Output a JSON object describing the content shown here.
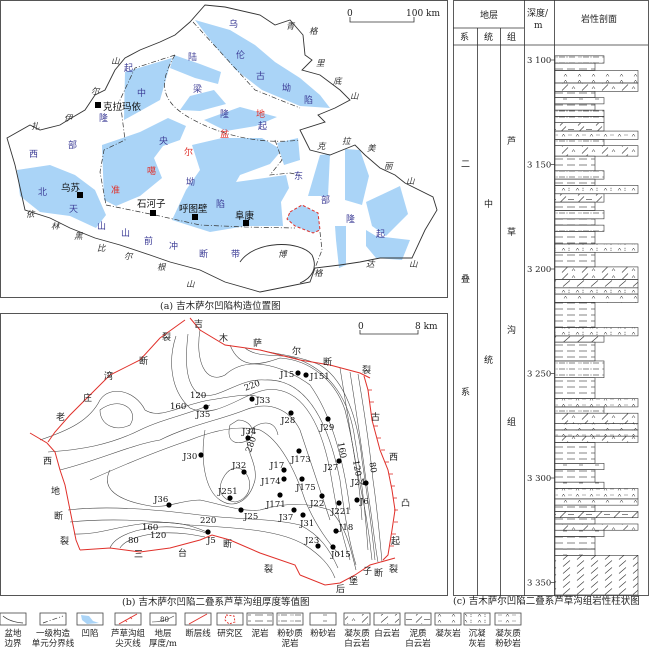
{
  "panel_a": {
    "caption": "(a) 吉木萨尔凹陷构造位置图",
    "scale": {
      "zero": "0",
      "end": "100 km"
    },
    "units": {
      "wulungu": [
        "乌",
        "伦",
        "古",
        "坳",
        "陷"
      ],
      "luliang": [
        "陆",
        "梁",
        "隆",
        "起"
      ],
      "central": [
        "中",
        "央",
        "坳",
        "陷"
      ],
      "west": [
        "起",
        "隆",
        "部",
        "西"
      ],
      "beitianshan": [
        "北",
        "天",
        "山",
        "山",
        "前",
        "冲",
        "断",
        "带"
      ],
      "east": [
        "东",
        "部",
        "隆",
        "起"
      ],
      "basin": [
        "准",
        "噶",
        "尔",
        "盆",
        "地"
      ]
    },
    "mountains": {
      "zhayier": [
        "扎",
        "伊",
        "尔",
        "山"
      ],
      "qinggelidi": [
        "青",
        "格",
        "里",
        "底",
        "山"
      ],
      "kelameili": [
        "克",
        "拉",
        "美",
        "丽",
        "山"
      ],
      "yilinheibiergen": [
        "依",
        "林",
        "黑",
        "比",
        "尔",
        "根",
        "山"
      ],
      "bogeda": [
        "博",
        "格",
        "达",
        "山"
      ]
    },
    "cities": [
      "克拉玛依",
      "乌苏",
      "石河子",
      "呼图壁",
      "阜康"
    ]
  },
  "panel_b": {
    "caption": "(b) 吉木萨尔凹陷二叠系芦草沟组厚度等值图",
    "scale": {
      "zero": "0",
      "end": "8 km"
    },
    "faults": {
      "jimusaer": [
        "吉",
        "木",
        "萨",
        "尔",
        "断",
        "裂"
      ],
      "laozhuangwan": [
        "裂",
        "断",
        "湾",
        "庄",
        "老"
      ],
      "xidi": [
        "西",
        "地",
        "断",
        "裂"
      ],
      "santai": [
        "三",
        "台",
        "断",
        "裂"
      ],
      "guxi": [
        "古",
        "西",
        "凸",
        "起"
      ],
      "houbaozi": [
        "后",
        "堡",
        "子",
        "断",
        "裂"
      ]
    },
    "contour_labels": [
      "120",
      "160",
      "220",
      "280",
      "160",
      "120",
      "80",
      "220",
      "160",
      "120",
      "80"
    ],
    "wells": [
      "J15",
      "J151",
      "J33",
      "J35",
      "J28",
      "J29",
      "J34",
      "J30",
      "J173",
      "J17",
      "J27",
      "J32",
      "J174",
      "J175",
      "J24",
      "J251",
      "J171",
      "J22",
      "J221",
      "J6",
      "J36",
      "J25",
      "J37",
      "J31",
      "J18",
      "J5",
      "J23",
      "J015"
    ]
  },
  "panel_c": {
    "caption": "(c) 吉木萨尔凹陷二叠系芦草沟组岩性柱状图",
    "headers": {
      "strata": "地层",
      "system": "系",
      "series": "统",
      "formation": "组",
      "depth": "深度/",
      "depth_unit": "m",
      "profile": "岩性剖面"
    },
    "system": [
      "二",
      "叠",
      "系"
    ],
    "series": [
      "中",
      "统"
    ],
    "formation": [
      "芦",
      "草",
      "沟",
      "组"
    ],
    "depth_ticks": [
      "3 100",
      "3 150",
      "3 200",
      "3 250",
      "3 300",
      "3 350"
    ],
    "column": {
      "depth_range_m": [
        3093,
        3356
      ],
      "tick_values_m": [
        3100,
        3150,
        3200,
        3250,
        3300,
        3350
      ],
      "layers": [
        {
          "top": 3098,
          "bottom": 3101.5,
          "type": "silty_mudstone",
          "grain": 2
        },
        {
          "top": 3101.5,
          "bottom": 3105,
          "type": "mudstone",
          "grain": 1
        },
        {
          "top": 3105,
          "bottom": 3111,
          "type": "tuff",
          "grain": 3
        },
        {
          "top": 3111,
          "bottom": 3115,
          "type": "tuffaceous_dolomite",
          "grain": 3
        },
        {
          "top": 3115,
          "bottom": 3118,
          "type": "mudstone",
          "grain": 1
        },
        {
          "top": 3118,
          "bottom": 3121,
          "type": "siltstone",
          "grain": 2
        },
        {
          "top": 3121,
          "bottom": 3124,
          "type": "mudstone",
          "grain": 1
        },
        {
          "top": 3124,
          "bottom": 3127,
          "type": "silty_mudstone",
          "grain": 2
        },
        {
          "top": 3127,
          "bottom": 3130,
          "type": "silty_mudstone",
          "grain": 2
        },
        {
          "top": 3130,
          "bottom": 3134,
          "type": "argillaceous_dolomite",
          "grain": 2
        },
        {
          "top": 3134,
          "bottom": 3138,
          "type": "tuffaceous_siltstone",
          "grain": 3
        },
        {
          "top": 3138,
          "bottom": 3141,
          "type": "silty_mudstone",
          "grain": 2
        },
        {
          "top": 3141,
          "bottom": 3146,
          "type": "tuffaceous_dolomite",
          "grain": 3
        },
        {
          "top": 3146,
          "bottom": 3153,
          "type": "mudstone",
          "grain": 1
        },
        {
          "top": 3153,
          "bottom": 3157,
          "type": "silty_mudstone",
          "grain": 2
        },
        {
          "top": 3157,
          "bottom": 3160,
          "type": "mudstone",
          "grain": 1
        },
        {
          "top": 3160,
          "bottom": 3164,
          "type": "sedimentary_tuff",
          "grain": 3
        },
        {
          "top": 3164,
          "bottom": 3168,
          "type": "argillaceous_dolomite",
          "grain": 2
        },
        {
          "top": 3168,
          "bottom": 3172,
          "type": "mudstone",
          "grain": 1
        },
        {
          "top": 3172,
          "bottom": 3176,
          "type": "silty_mudstone",
          "grain": 2
        },
        {
          "top": 3176,
          "bottom": 3179,
          "type": "mudstone",
          "grain": 1
        },
        {
          "top": 3179,
          "bottom": 3182,
          "type": "silty_mudstone",
          "grain": 2
        },
        {
          "top": 3182,
          "bottom": 3188,
          "type": "mudstone",
          "grain": 1
        },
        {
          "top": 3188,
          "bottom": 3192,
          "type": "sedimentary_tuff",
          "grain": 3
        },
        {
          "top": 3192,
          "bottom": 3199,
          "type": "mudstone",
          "grain": 1
        },
        {
          "top": 3199,
          "bottom": 3205,
          "type": "tuffaceous_dolomite",
          "grain": 3
        },
        {
          "top": 3205,
          "bottom": 3209,
          "type": "dolomite",
          "grain": 3
        },
        {
          "top": 3209,
          "bottom": 3212,
          "type": "sedimentary_tuff",
          "grain": 3
        },
        {
          "top": 3212,
          "bottom": 3216,
          "type": "tuff",
          "grain": 3
        },
        {
          "top": 3216,
          "bottom": 3228,
          "type": "mudstone",
          "grain": 1
        },
        {
          "top": 3228,
          "bottom": 3232,
          "type": "sedimentary_tuff",
          "grain": 3
        },
        {
          "top": 3232,
          "bottom": 3235,
          "type": "dolomite",
          "grain": 2
        },
        {
          "top": 3235,
          "bottom": 3244,
          "type": "mudstone",
          "grain": 1
        },
        {
          "top": 3244,
          "bottom": 3252,
          "type": "silty_mudstone",
          "grain": 2
        },
        {
          "top": 3252,
          "bottom": 3262,
          "type": "mudstone",
          "grain": 1
        },
        {
          "top": 3262,
          "bottom": 3266,
          "type": "tuffaceous_siltstone",
          "grain": 3
        },
        {
          "top": 3266,
          "bottom": 3269,
          "type": "silty_mudstone",
          "grain": 2
        },
        {
          "top": 3269,
          "bottom": 3274,
          "type": "tuffaceous_dolomite",
          "grain": 3
        },
        {
          "top": 3274,
          "bottom": 3277,
          "type": "tuff",
          "grain": 3
        },
        {
          "top": 3277,
          "bottom": 3280,
          "type": "tuffaceous_siltstone",
          "grain": 3
        },
        {
          "top": 3280,
          "bottom": 3283,
          "type": "tuffaceous_dolomite",
          "grain": 3
        },
        {
          "top": 3283,
          "bottom": 3293,
          "type": "mudstone",
          "grain": 1
        },
        {
          "top": 3293,
          "bottom": 3296,
          "type": "siltstone",
          "grain": 2
        },
        {
          "top": 3296,
          "bottom": 3302,
          "type": "mudstone",
          "grain": 1
        },
        {
          "top": 3302,
          "bottom": 3305,
          "type": "siltstone",
          "grain": 2
        },
        {
          "top": 3305,
          "bottom": 3310,
          "type": "tuffaceous_siltstone",
          "grain": 3
        },
        {
          "top": 3310,
          "bottom": 3313,
          "type": "tuff",
          "grain": 3
        },
        {
          "top": 3313,
          "bottom": 3316,
          "type": "mudstone",
          "grain": 1
        },
        {
          "top": 3316,
          "bottom": 3319,
          "type": "argillaceous_dolomite",
          "grain": 3
        },
        {
          "top": 3319,
          "bottom": 3322,
          "type": "mudstone",
          "grain": 1
        },
        {
          "top": 3322,
          "bottom": 3325,
          "type": "tuffaceous_dolomite",
          "grain": 3
        },
        {
          "top": 3325,
          "bottom": 3328,
          "type": "siltstone",
          "grain": 2
        },
        {
          "top": 3328,
          "bottom": 3334,
          "type": "mudstone",
          "grain": 1
        },
        {
          "top": 3334,
          "bottom": 3337,
          "type": "siltstone",
          "grain": 1
        },
        {
          "top": 3337,
          "bottom": 3356,
          "type": "dolomite",
          "grain": 3
        }
      ]
    }
  },
  "legend": [
    {
      "type": "basin_boundary",
      "label": [
        "盆地",
        "边界"
      ]
    },
    {
      "type": "unit_boundary",
      "label": [
        "一级构造",
        "单元分界线"
      ]
    },
    {
      "type": "sag",
      "label": [
        "凹陷",
        ""
      ]
    },
    {
      "type": "pinchout",
      "label": [
        "芦草沟组",
        "尖灭线"
      ]
    },
    {
      "type": "thickness",
      "label": [
        "地层",
        "厚度/m"
      ],
      "sample": "80"
    },
    {
      "type": "fault",
      "label": [
        "断层线",
        ""
      ]
    },
    {
      "type": "study_area",
      "label": [
        "研究区",
        ""
      ]
    },
    {
      "type": "mudstone",
      "label": [
        "泥岩",
        ""
      ]
    },
    {
      "type": "silty_mudstone",
      "label": [
        "粉砂质",
        "泥岩"
      ]
    },
    {
      "type": "siltstone",
      "label": [
        "粉砂岩",
        ""
      ]
    },
    {
      "type": "tuffaceous_dolomite",
      "label": [
        "凝灰质",
        "白云岩"
      ]
    },
    {
      "type": "dolomite",
      "label": [
        "白云岩",
        ""
      ]
    },
    {
      "type": "argillaceous_dolomite",
      "label": [
        "泥质",
        "白云岩"
      ]
    },
    {
      "type": "tuff",
      "label": [
        "凝灰岩",
        ""
      ]
    },
    {
      "type": "sedimentary_tuff",
      "label": [
        "沉凝",
        "灰岩"
      ]
    },
    {
      "type": "tuffaceous_siltstone",
      "label": [
        "凝灰质",
        "粉砂岩"
      ]
    }
  ],
  "colors": {
    "sag": "#aad4f7",
    "fault": "#e0302a",
    "unit_text": "#3c3c96"
  }
}
